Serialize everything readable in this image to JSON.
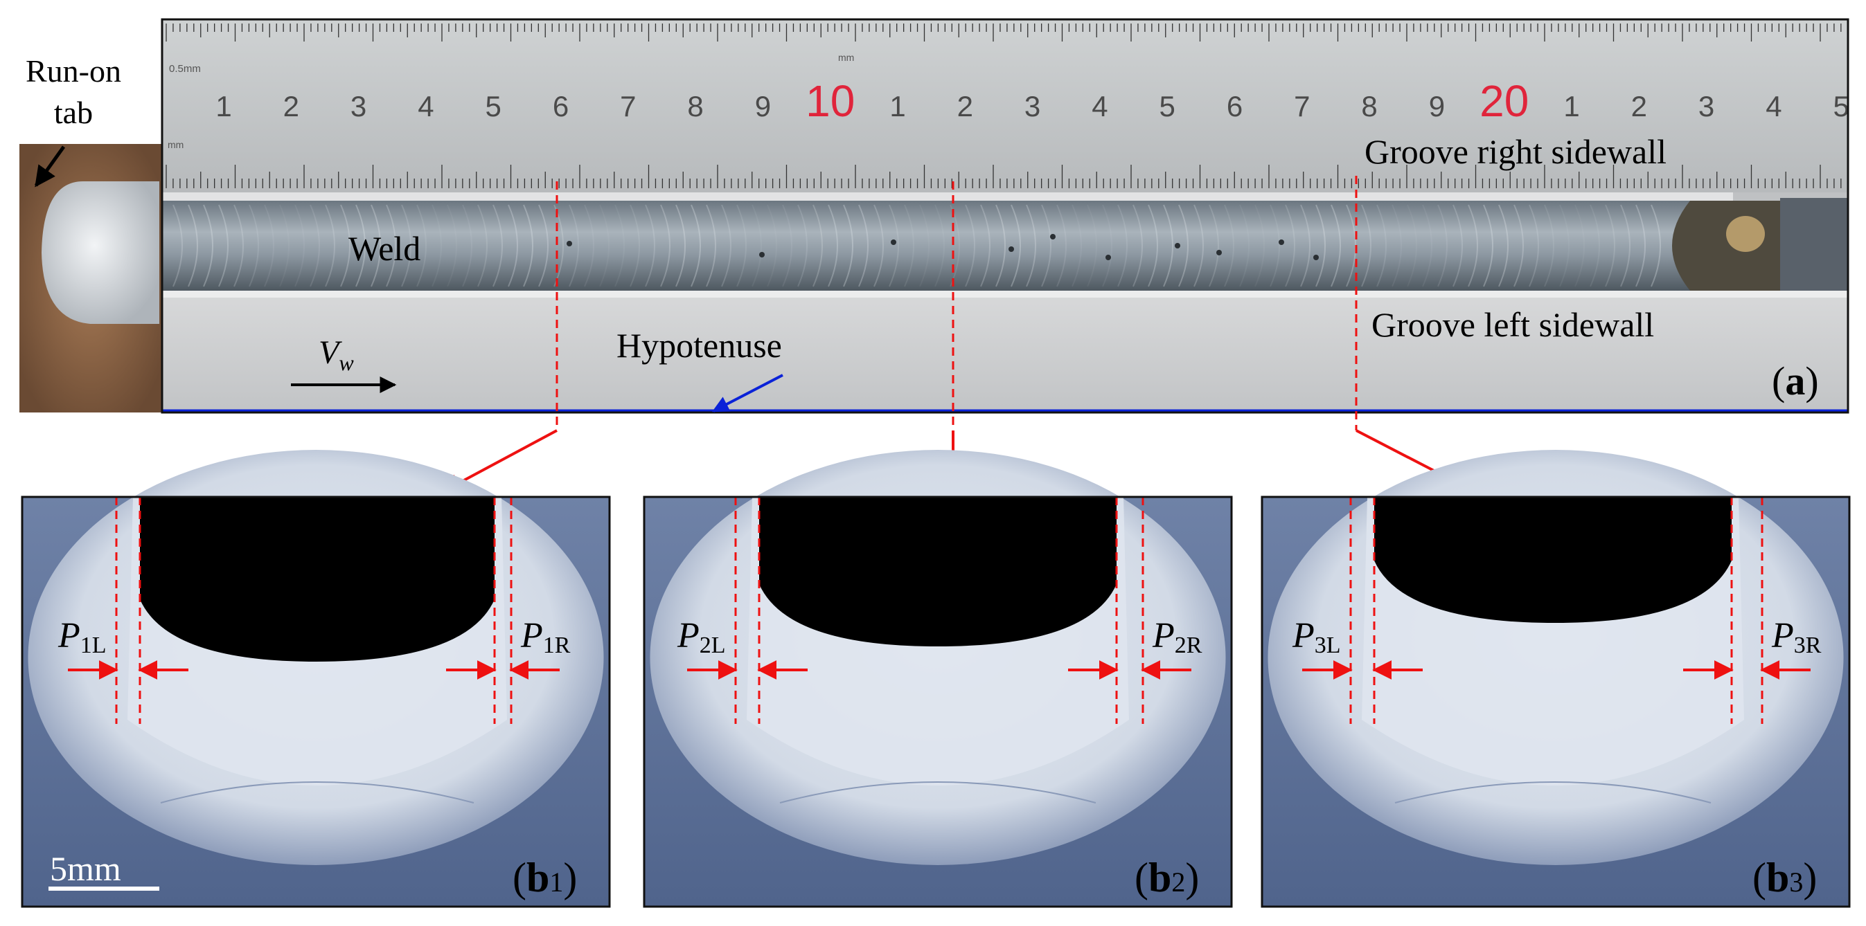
{
  "panel_a": {
    "run_on_line1": "Run-on",
    "run_on_line2": "tab",
    "ruler_numbers": [
      "1",
      "2",
      "3",
      "4",
      "5",
      "6",
      "7",
      "8",
      "9",
      "10",
      "1",
      "2",
      "3",
      "4",
      "5",
      "6",
      "7",
      "8",
      "9",
      "20",
      "1",
      "2",
      "3",
      "4",
      "5"
    ],
    "ruler_unit_small": "0.5mm",
    "ruler_unit_top": "mm",
    "ruler_unit_bottom": "mm",
    "weld": "Weld",
    "groove_right": "Groove right sidewall",
    "groove_left": "Groove left sidewall",
    "hypotenuse": "Hypotenuse",
    "vw_main": "V",
    "vw_sub": "w",
    "label_main": "a"
  },
  "sections": [
    {
      "label_main": "b",
      "label_sub": "1",
      "p_left": "1L",
      "p_right": "1R"
    },
    {
      "label_main": "b",
      "label_sub": "2",
      "p_left": "2L",
      "p_right": "2R"
    },
    {
      "label_main": "b",
      "label_sub": "3",
      "p_left": "3L",
      "p_right": "3R"
    }
  ],
  "p_symbol": "P",
  "scale_bar": "5mm",
  "colors": {
    "marker_red": "#ee1111",
    "hypotenuse_blue": "#0a22d8",
    "ruler_red_numbers": "#e0243b",
    "section_bg": "#5f7398"
  }
}
